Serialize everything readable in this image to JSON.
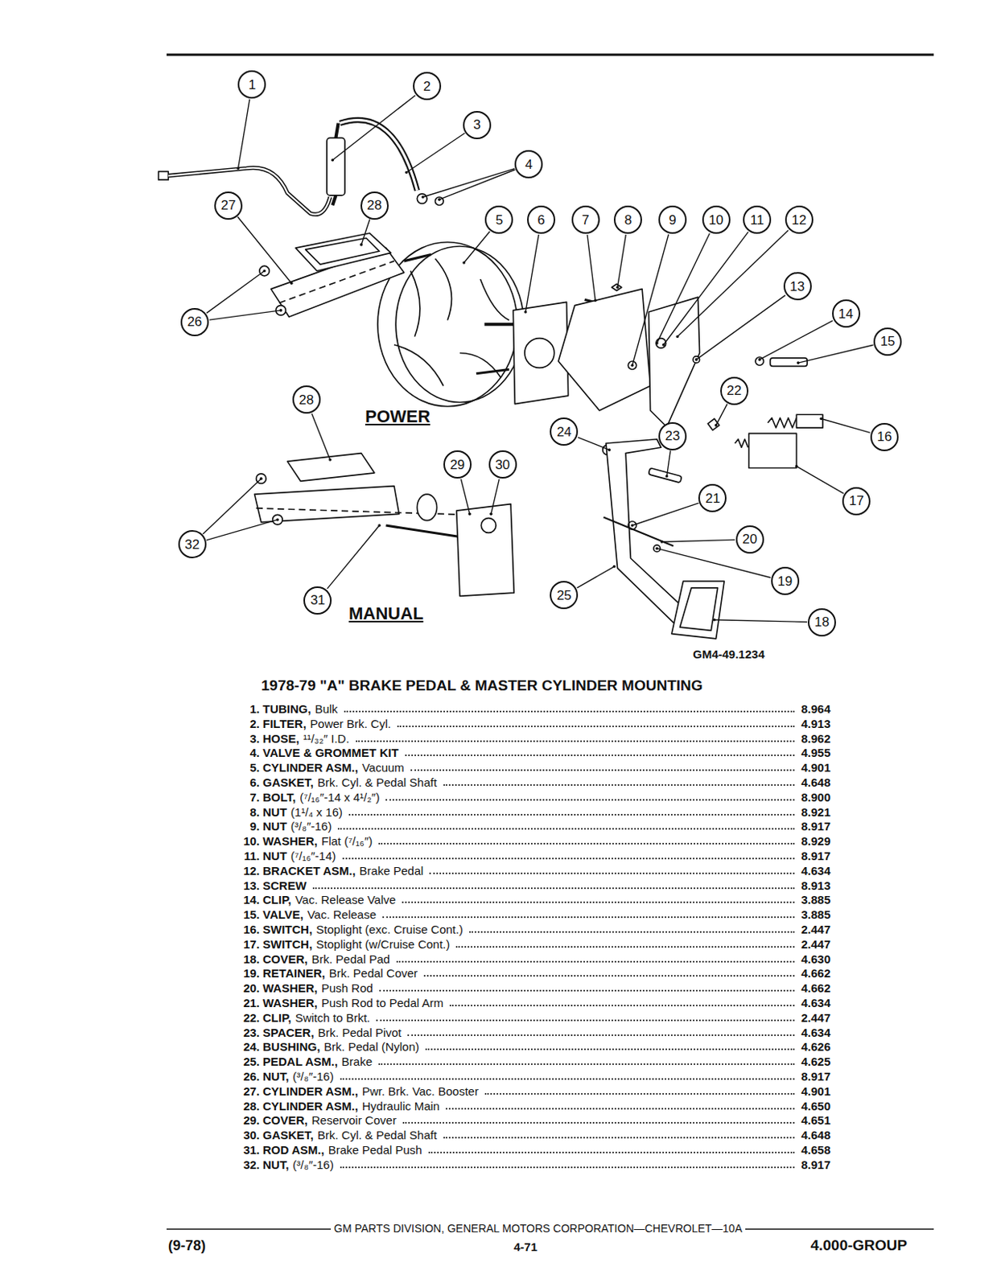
{
  "diagram": {
    "title": "1978-79 \"A\" BRAKE PEDAL & MASTER CYLINDER MOUNTING",
    "nodes": [
      {
        "text": [
          "1"
        ]
      },
      {
        "text": [
          "2"
        ]
      },
      {
        "text": [
          "3"
        ]
      },
      {
        "text": [
          "4"
        ]
      },
      {
        "text": [
          "5"
        ]
      },
      {
        "text": [
          "6"
        ]
      },
      {
        "text": [
          "7"
        ]
      },
      {
        "text": [
          "8"
        ]
      },
      {
        "text": [
          "9"
        ]
      },
      {
        "text": [
          "10"
        ]
      },
      {
        "text": [
          "11"
        ]
      },
      {
        "text": [
          "12"
        ]
      },
      {
        "text": [
          "13"
        ]
      },
      {
        "text": [
          "14"
        ]
      },
      {
        "text": [
          "15"
        ]
      },
      {
        "text": [
          "16"
        ]
      },
      {
        "text": [
          "17"
        ]
      },
      {
        "text": [
          "18"
        ]
      },
      {
        "text": [
          "19"
        ]
      },
      {
        "text": [
          "20"
        ]
      },
      {
        "text": [
          "21"
        ]
      },
      {
        "text": [
          "22"
        ]
      },
      {
        "text": [
          "23"
        ]
      },
      {
        "text": [
          "24"
        ]
      },
      {
        "text": [
          "25"
        ]
      },
      {
        "text": [
          "26"
        ]
      },
      {
        "text": [
          "27"
        ]
      },
      {
        "text": [
          "28"
        ]
      },
      {
        "text": [
          "28"
        ]
      },
      {
        "text": [
          "29"
        ]
      },
      {
        "text": [
          "30"
        ]
      },
      {
        "text": [
          "31"
        ]
      },
      {
        "text": [
          "32"
        ]
      }
    ],
    "labels": [
      "POWER",
      "MANUAL",
      "GM4-49.1234",
      "1.",
      "TUBING,",
      "Bulk",
      "8.964",
      "2.",
      "FILTER,",
      "Power Brk. Cyl.",
      "4.913",
      "3.",
      "HOSE,",
      "¹¹/₃₂″ I.D.",
      "8.962",
      "4.",
      "VALVE & GROMMET KIT",
      "4.955",
      "5.",
      "CYLINDER ASM.,",
      "Vacuum",
      "4.901",
      "6.",
      "GASKET,",
      "Brk. Cyl. & Pedal Shaft",
      "4.648",
      "7.",
      "BOLT,",
      "(⁷/₁₆″-14 x 4¹/₂″)",
      "8.900",
      "8.",
      "NUT",
      "(1¹/₄ x 16)",
      "8.921",
      "9.",
      "NUT",
      "(³/₈″-16)",
      "8.917",
      "10.",
      "WASHER,",
      "Flat (⁷/₁₆″)",
      "8.929",
      "11.",
      "NUT",
      "(⁷/₁₆″-14)",
      "8.917",
      "12.",
      "BRACKET ASM.,",
      "Brake Pedal",
      "4.634",
      "13.",
      "SCREW",
      "8.913",
      "14.",
      "CLIP,",
      "Vac. Release Valve",
      "3.885",
      "15.",
      "VALVE,",
      "Vac. Release",
      "3.885",
      "16.",
      "SWITCH,",
      "Stoplight (exc. Cruise Cont.)",
      "2.447",
      "17.",
      "SWITCH,",
      "Stoplight (w/Cruise Cont.)",
      "2.447",
      "18.",
      "COVER,",
      "Brk. Pedal Pad",
      "4.630",
      "19.",
      "RETAINER,",
      "Brk. Pedal Cover",
      "4.662",
      "20.",
      "WASHER,",
      "Push Rod",
      "4.662",
      "21.",
      "WASHER,",
      "Push Rod to Pedal Arm",
      "4.634",
      "22.",
      "CLIP,",
      "Switch to Brkt.",
      "2.447",
      "23.",
      "SPACER,",
      "Brk. Pedal Pivot",
      "4.634",
      "24.",
      "BUSHING,",
      "Brk. Pedal (Nylon)",
      "4.626",
      "25.",
      "PEDAL ASM.,",
      "Brake",
      "4.625",
      "26.",
      "NUT,",
      "(³/₈″-16)",
      "8.917",
      "27.",
      "CYLINDER ASM.,",
      "Pwr. Brk. Vac. Booster",
      "4.901",
      "28.",
      "CYLINDER ASM.,",
      "Hydraulic Main",
      "4.650",
      "29.",
      "COVER,",
      "Reservoir Cover",
      "4.651",
      "30.",
      "GASKET,",
      "Brk. Cyl. & Pedal Shaft",
      "4.648",
      "31.",
      "ROD ASM.,",
      "Brake Pedal Push",
      "4.658",
      "32.",
      "NUT,",
      "(³/₈″-16)",
      "8.917",
      "GM PARTS DIVISION, GENERAL MOTORS CORPORATION—CHEVROLET—10A",
      "(9-78)",
      "4-71",
      "4.000-GROUP"
    ]
  }
}
